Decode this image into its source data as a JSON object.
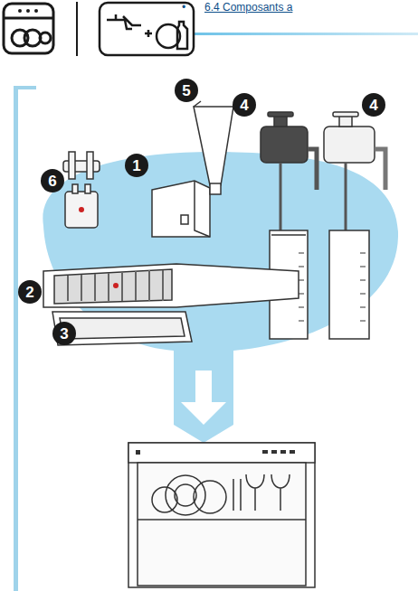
{
  "diagram": {
    "nodes": [
      {
        "text": [
          "5"
        ]
      },
      {
        "text": [
          "4"
        ]
      },
      {
        "text": [
          "4"
        ]
      },
      {
        "text": [
          "1"
        ]
      },
      {
        "text": [
          "6"
        ]
      },
      {
        "text": [
          "2"
        ]
      },
      {
        "text": [
          "3"
        ]
      }
    ],
    "labels": [
      "•",
      "6.4 Composants a"
    ]
  }
}
